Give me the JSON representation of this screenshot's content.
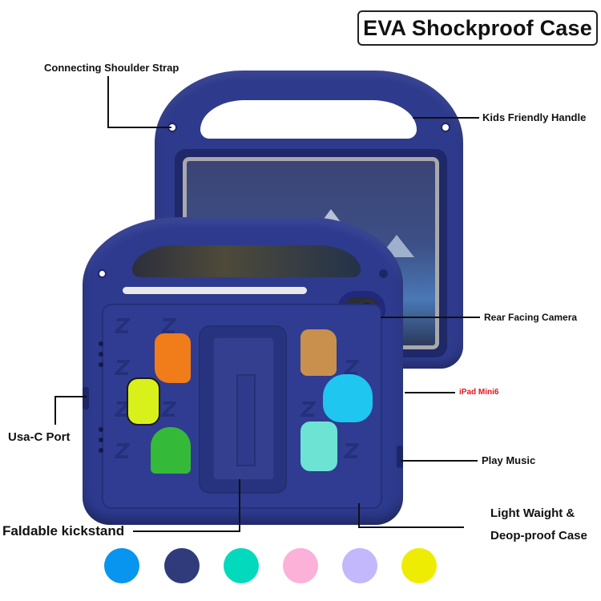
{
  "header": {
    "title": "EVA Shockproof Case"
  },
  "callouts": {
    "shoulder_strap": "Connecting Shoulder Strap",
    "handle": "Kids Friendly Handle",
    "camera": "Rear Facing Camera",
    "model": "iPad Mini6",
    "usb_port": "Usa-C Port",
    "play_music": "Play Music",
    "lightweight_line1": "Light Waight &",
    "lightweight_line2": "Deop-proof Case",
    "kickstand": "Faldable kickstand"
  },
  "product": {
    "case_color": "#2d3a8e",
    "label_accent_color": "#e0141e"
  },
  "color_options": [
    {
      "name": "blue",
      "hex": "#0795f0"
    },
    {
      "name": "navy",
      "hex": "#2f3b7b"
    },
    {
      "name": "mint",
      "hex": "#03d9bd"
    },
    {
      "name": "pink",
      "hex": "#fbb1d8"
    },
    {
      "name": "lavender",
      "hex": "#c2b8fb"
    },
    {
      "name": "yellow",
      "hex": "#efec03"
    }
  ]
}
